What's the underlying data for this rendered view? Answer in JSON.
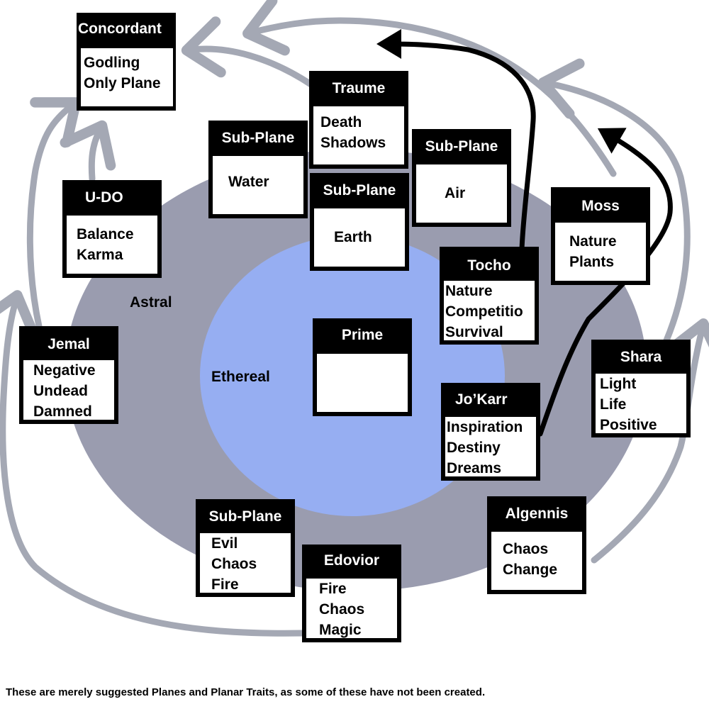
{
  "regions": {
    "astral": "Astral",
    "ethereal": "Ethereal"
  },
  "boxes": {
    "concordant": {
      "title": "Concordant",
      "lines": [
        "Godling",
        "Only Plane"
      ]
    },
    "traume": {
      "title": "Traume",
      "lines": [
        "Death",
        "Shadows"
      ]
    },
    "subplane_water": {
      "title": "Sub-Plane",
      "lines": [
        "Water"
      ]
    },
    "subplane_earth": {
      "title": "Sub-Plane",
      "lines": [
        "Earth"
      ]
    },
    "subplane_air": {
      "title": "Sub-Plane",
      "lines": [
        "Air"
      ]
    },
    "udo": {
      "title": "U-DO",
      "lines": [
        "Balance",
        "Karma"
      ]
    },
    "moss": {
      "title": "Moss",
      "lines": [
        "Nature",
        "Plants"
      ]
    },
    "tocho": {
      "title": "Tocho",
      "lines": [
        "Nature",
        "Competitio",
        "Survival"
      ]
    },
    "prime": {
      "title": "Prime",
      "lines": []
    },
    "jemal": {
      "title": "Jemal",
      "lines": [
        "Negative",
        "Undead",
        "Damned"
      ]
    },
    "shara": {
      "title": "Shara",
      "lines": [
        "Light",
        "Life",
        "Positive"
      ]
    },
    "jokarr": {
      "title": "Jo’Karr",
      "lines": [
        "Inspiration",
        "Destiny",
        "Dreams"
      ]
    },
    "subplane_evil": {
      "title": "Sub-Plane",
      "lines": [
        "Evil",
        "Chaos",
        "Fire"
      ]
    },
    "algennis": {
      "title": "Algennis",
      "lines": [
        "Chaos",
        "Change"
      ]
    },
    "edovior": {
      "title": "Edovior",
      "lines": [
        "Fire",
        "Chaos",
        "Magic"
      ]
    }
  },
  "footnote": "These are merely suggested Planes and Planar Traits, as some of these have not been created.",
  "colors": {
    "astral_fill": "#9a9caf",
    "ethereal_fill": "#96aef2",
    "grey_arrow": "#a4a8b4",
    "black_arrow": "#000000",
    "box_border": "#000000"
  }
}
